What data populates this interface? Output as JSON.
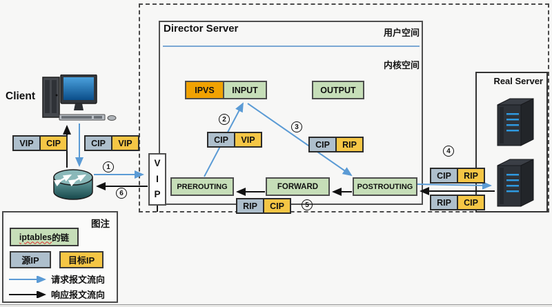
{
  "colors": {
    "request_arrow_blue": "#5b9bd5",
    "response_arrow_black": "#111111",
    "chain_green": "#c6deb8",
    "ipvs_orange": "#f0a202",
    "source_ip_gray": "#aebfcc",
    "dest_ip_yellow": "#f5c645",
    "divider_blue": "#7aa7d4"
  },
  "client": {
    "label": "Client"
  },
  "director": {
    "title": "Director Server",
    "user_space": "用户空间",
    "kernel_space": "内核空间",
    "vip_letters": [
      "V",
      "I",
      "P"
    ],
    "chains": {
      "ipvs": "IPVS",
      "input": "INPUT",
      "output": "OUTPUT",
      "prerouting": "PREROUTING",
      "forward": "FORWARD",
      "postrouting": "POSTROUTING"
    }
  },
  "real_server": {
    "title": "Real Server"
  },
  "packets": {
    "client_response": {
      "src": "VIP",
      "dst": "CIP"
    },
    "client_request": {
      "src": "CIP",
      "dst": "VIP"
    },
    "prerouting_to_input": {
      "src": "CIP",
      "dst": "VIP"
    },
    "input_to_postrouting": {
      "src": "CIP",
      "dst": "RIP"
    },
    "forward_response": {
      "src": "RIP",
      "dst": "CIP"
    },
    "to_real_server": {
      "src": "CIP",
      "dst": "RIP"
    },
    "from_real_server": {
      "src": "RIP",
      "dst": "CIP"
    }
  },
  "steps": {
    "s1": "1",
    "s2": "2",
    "s3": "3",
    "s4": "4",
    "s5": "5",
    "s6": "6"
  },
  "legend": {
    "title": "图注",
    "chain_word": "iptables",
    "chain_suffix": "的链",
    "source_ip": "源IP",
    "dest_ip": "目标IP",
    "request_flow": "请求报文流向",
    "response_flow": "响应报文流向"
  }
}
